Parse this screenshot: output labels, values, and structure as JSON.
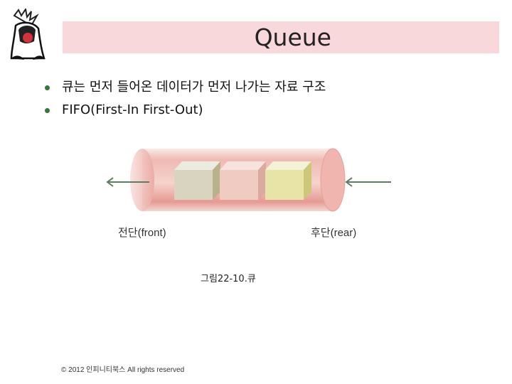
{
  "slide": {
    "title": "Queue",
    "bullets": [
      "큐는 먼저 들어온 데이터가 먼저 나가는 자료 구조",
      "FIFO(First-In First-Out)"
    ]
  },
  "diagram": {
    "front_label": "전단(front)",
    "rear_label": "후단(rear)",
    "caption": "그림22-10.큐"
  },
  "footer": "© 2012 인피니티북스 All rights reserved",
  "colors": {
    "title_bar": "#f9d8db",
    "bullet": "#2f7a3a",
    "tube": "#e9a7a2",
    "box_gray": "#d9d4c0",
    "box_pink": "#f0cbc2",
    "box_yellow": "#e8e4a8",
    "arrow": "#5e7e63"
  }
}
